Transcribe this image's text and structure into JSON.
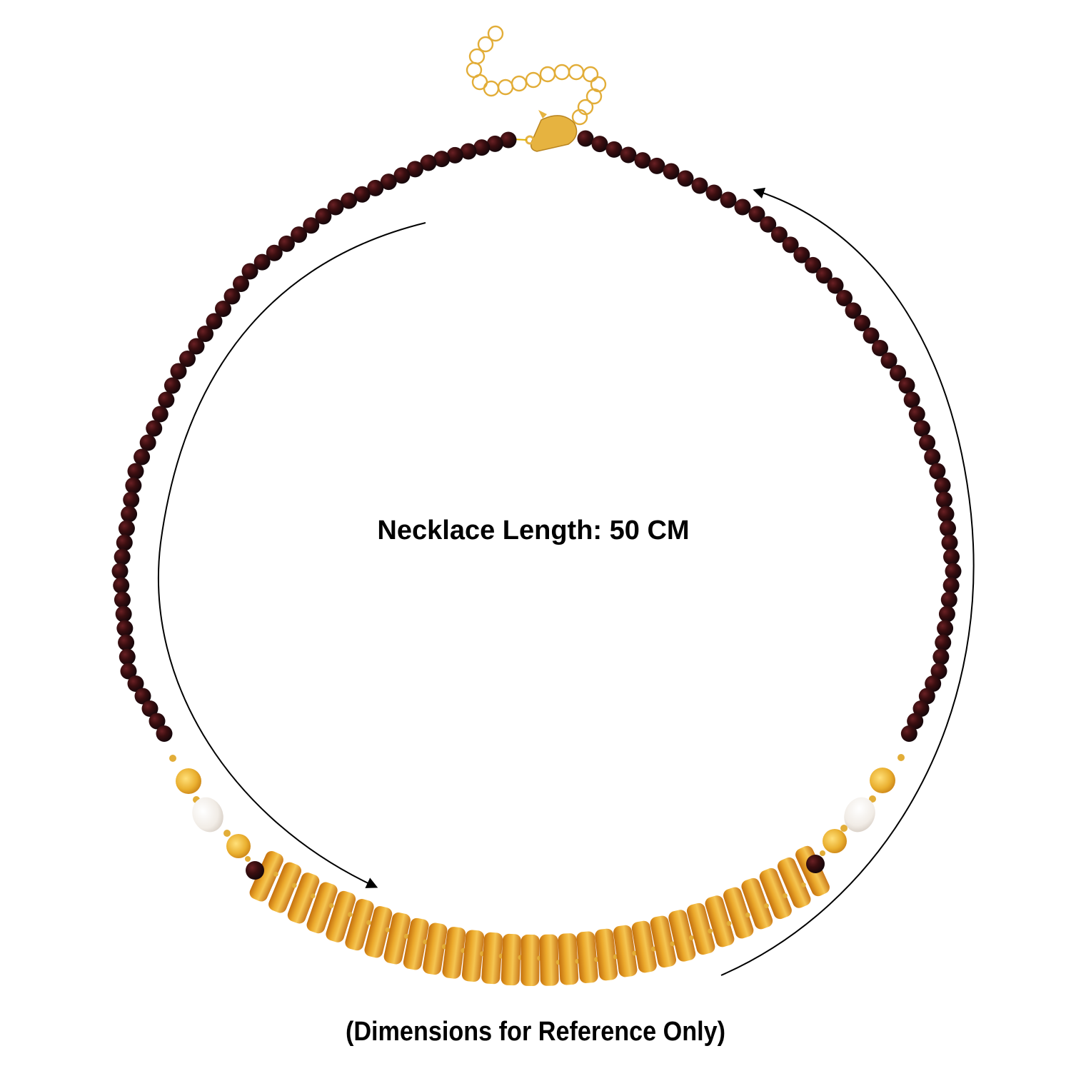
{
  "product": {
    "title": "Necklace Length: 50 CM",
    "disclaimer": "(Dimensions for Reference Only)"
  },
  "image": {
    "subject": "amber-bead-necklace",
    "components": [
      "dark-cherry-amber-round-beads",
      "honey-amber-rondelle-discs",
      "freshwater-pearls",
      "gold-tone-lobster-clasp",
      "gold-tone-extender-chain"
    ],
    "arrows": [
      "left-arrow-down",
      "right-arrow-up"
    ],
    "colors": {
      "background": "#ffffff",
      "dark_bead": "#2a0a0c",
      "dark_bead_highlight": "#5a1a1c",
      "amber": "#e8a022",
      "amber_light": "#f5c24a",
      "amber_dark": "#c06a10",
      "pearl": "#f6f2ee",
      "gold": "#e8b53a",
      "text": "#000000"
    }
  }
}
